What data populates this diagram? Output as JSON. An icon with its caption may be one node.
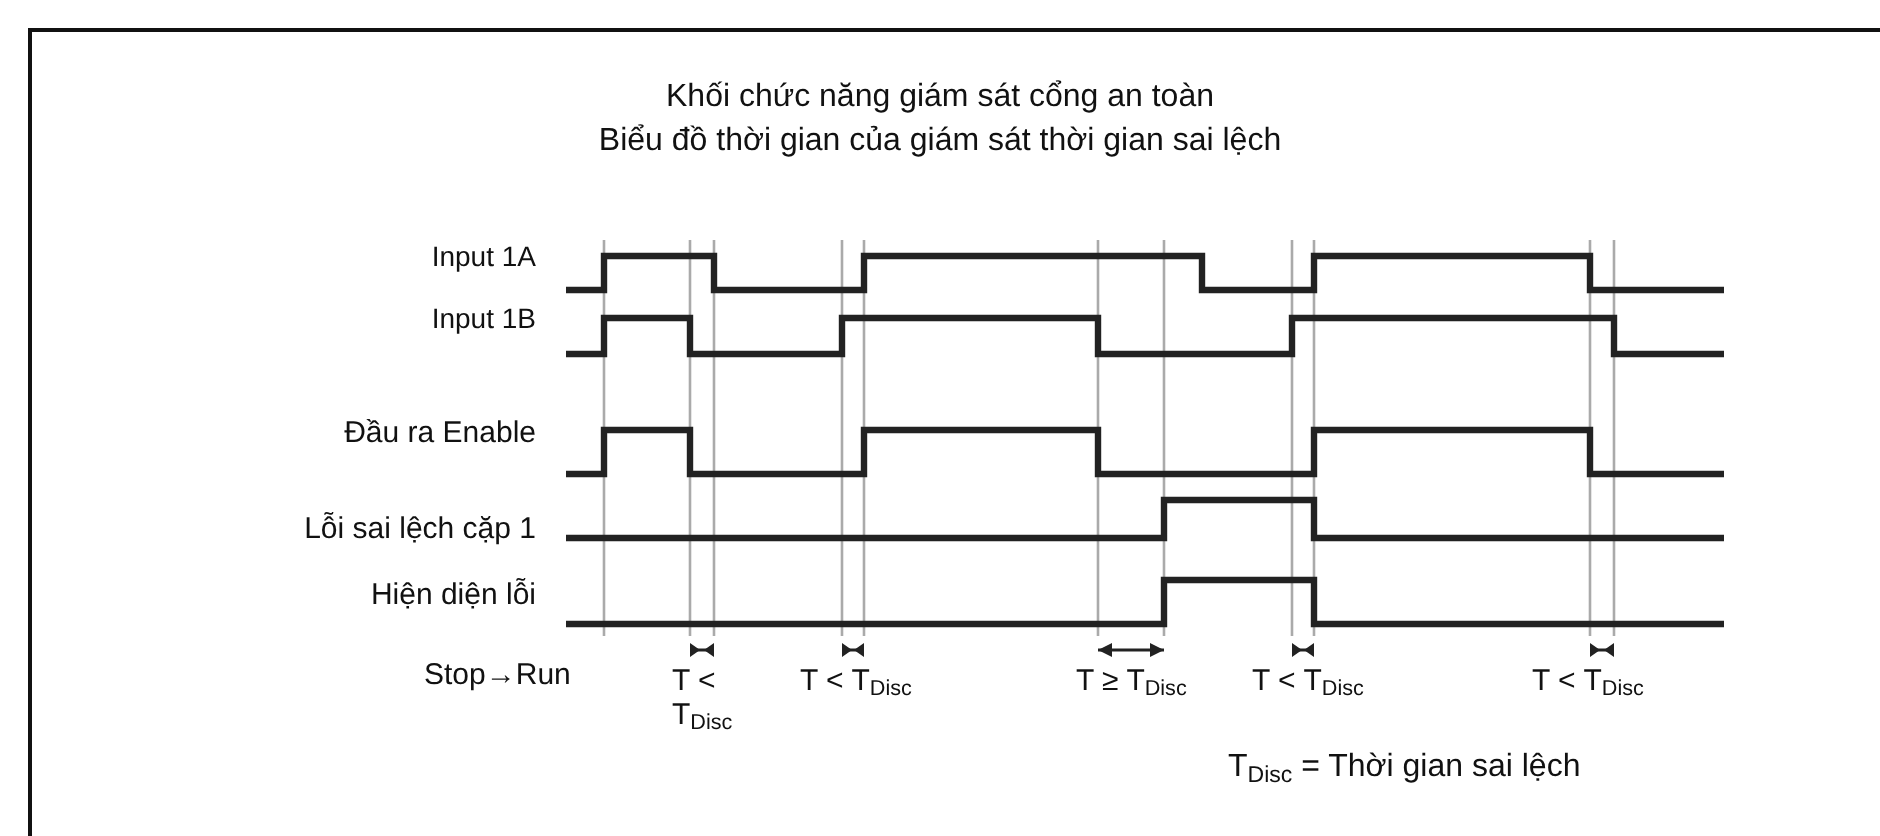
{
  "diagram": {
    "title": "Khối chức năng giám sát cổng an toàn",
    "labels": [
      "Biểu đồ thời gian của giám sát thời gian sai lệch",
      "Input 1A",
      "Input 1B",
      "Đầu ra Enable",
      "Lỗi sai lệch cặp 1",
      "Hiện diện lỗi",
      "Stop→Run",
      "T < T$_{Disc}$",
      "T < T$_{Disc}$",
      "T ≥ T$_{Disc}$",
      "T < T$_{Disc}$",
      "T < T$_{Disc}$",
      "T$_{Disc}$ = Thời gian sai lệch"
    ]
  }
}
